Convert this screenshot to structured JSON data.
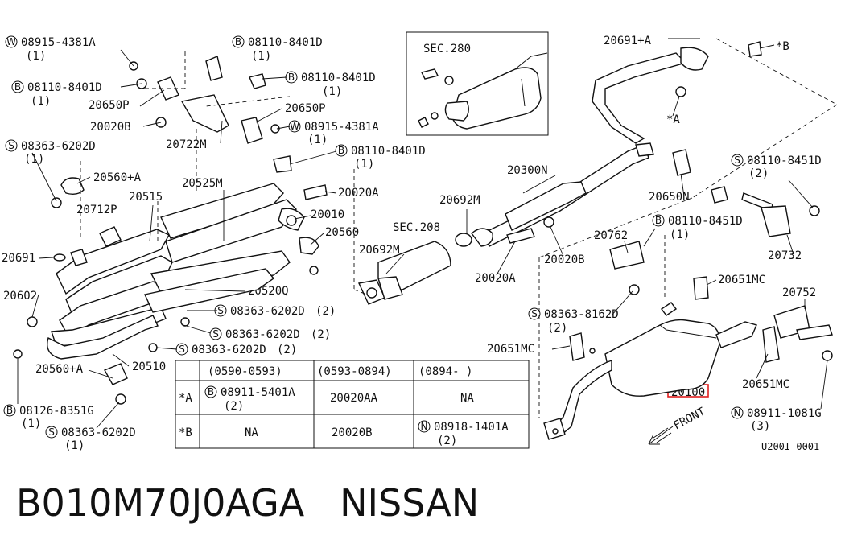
{
  "callouts": {
    "c1": {
      "prefix": "W",
      "code": "08915-4381A",
      "qty": "(1)"
    },
    "c2": {
      "prefix": "B",
      "code": "08110-8401D",
      "qty": "(1)"
    },
    "c3": {
      "prefix": "B",
      "code": "08110-8401D",
      "qty": "(1)"
    },
    "c4": {
      "prefix": "B",
      "code": "08110-8401D",
      "qty": "(1)"
    },
    "c5": {
      "prefix": "W",
      "code": "08915-4381A",
      "qty": "(1)"
    },
    "c6": {
      "prefix": "S",
      "code": "08363-6202D",
      "qty": "(1)"
    },
    "c7": {
      "prefix": "B",
      "code": "08110-8401D",
      "qty": "(1)"
    },
    "c8": {
      "prefix": "S",
      "code": "08110-8451D",
      "qty": "(2)"
    },
    "c9": {
      "prefix": "B",
      "code": "08110-8451D",
      "qty": "(1)"
    },
    "c10": {
      "prefix": "S",
      "code": "08363-8162D",
      "qty": "(2)"
    },
    "c11": {
      "prefix": "S",
      "code": "08363-6202D",
      "qty": "(2)"
    },
    "c12": {
      "prefix": "S",
      "code": "08363-6202D",
      "qty": "(2)"
    },
    "c13": {
      "prefix": "S",
      "code": "08363-6202D",
      "qty": "(2)"
    },
    "c14": {
      "prefix": "B",
      "code": "08126-8351G",
      "qty": "(1)"
    },
    "c15": {
      "prefix": "S",
      "code": "08363-6202D",
      "qty": "(1)"
    },
    "c16": {
      "prefix": "N",
      "code": "08911-1081G",
      "qty": "(3)"
    }
  },
  "parts": {
    "p20650P_a": "20650P",
    "p20020B_a": "20020B",
    "p20722M": "20722M",
    "p20650P_b": "20650P",
    "p20560A_top": "20560+A",
    "p20712P": "20712P",
    "p20515": "20515",
    "p20525M": "20525M",
    "p20020A_top": "20020A",
    "p20010": "20010",
    "p20560": "20560",
    "p20691": "20691",
    "p20602": "20602",
    "p20520Q": "20520Q",
    "p20560A_bot": "20560+A",
    "p20510": "20510",
    "sec280": "SEC.280",
    "sec208": "SEC.208",
    "p20692M_a": "20692M",
    "p20692M_b": "20692M",
    "p20300N": "20300N",
    "p20020B_b": "20020B",
    "p20020A_mid": "20020A",
    "p20691A": "20691+A",
    "starB": "*B",
    "starA": "*A",
    "p20650N": "20650N",
    "p20732": "20732",
    "p20762": "20762",
    "p20651MC_a": "20651MC",
    "p20752": "20752",
    "p20651MC_b": "20651MC",
    "p20651MC_c": "20651MC",
    "p20100": "20100",
    "front": "FRONT",
    "diagram_code": "U200I 0001"
  },
  "table": {
    "headers": [
      "",
      "(0590-0593)",
      "(0593-0894)",
      "(0894-    )"
    ],
    "rows": [
      {
        "key": "*A",
        "c1_prefix": "B",
        "c1_code": "08911-5401A",
        "c1_qty": "(2)",
        "c2": "20020AA",
        "c3": "NA"
      },
      {
        "key": "*B",
        "c1": "NA",
        "c2": "20020B",
        "c3_prefix": "N",
        "c3_code": "08918-1401A",
        "c3_qty": "(2)"
      }
    ]
  },
  "highlight_color": "#e02020",
  "footer": {
    "part_code": "B010M70J0AGA",
    "brand": "NISSAN"
  }
}
